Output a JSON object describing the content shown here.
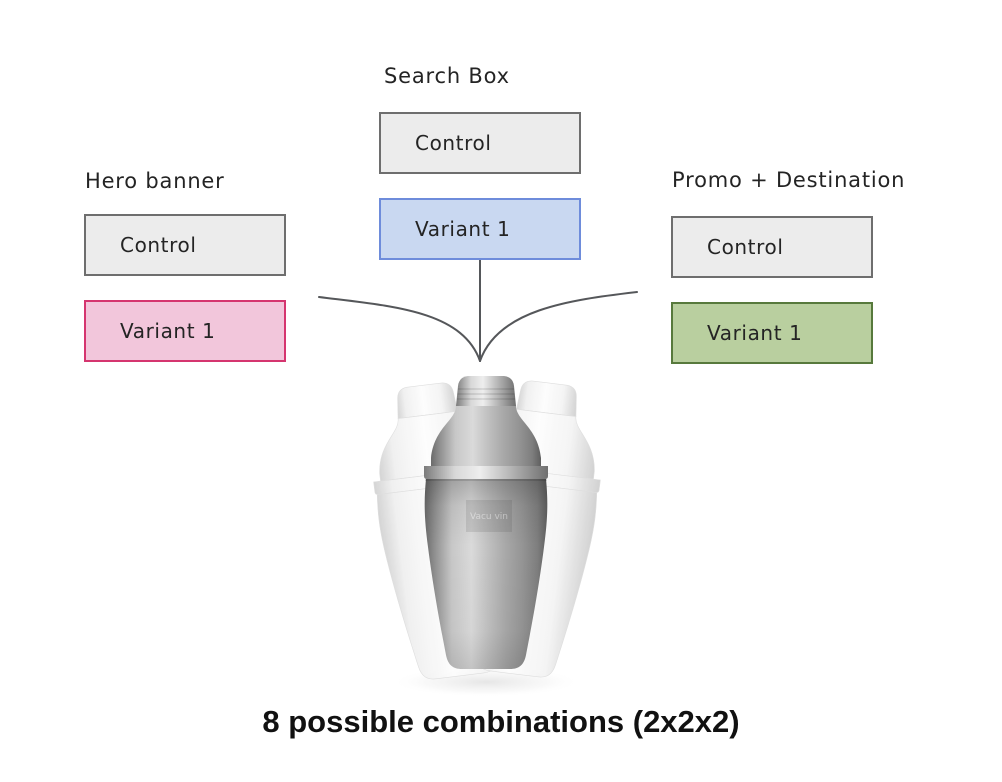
{
  "page": {
    "background": "#ffffff",
    "title": "8 possible combinations (2x2x2)"
  },
  "experiments": [
    {
      "id": "hero-banner",
      "label": "Hero banner",
      "control": {
        "label": "Control",
        "fill": "#ececec",
        "border": "#6e6e6e"
      },
      "variant": {
        "label": "Variant 1",
        "fill": "#f2c6db",
        "border": "#d5356f"
      }
    },
    {
      "id": "search-box",
      "label": "Search Box",
      "control": {
        "label": "Control",
        "fill": "#ececec",
        "border": "#6e6e6e"
      },
      "variant": {
        "label": "Variant 1",
        "fill": "#c9d8f1",
        "border": "#6e8cdb"
      }
    },
    {
      "id": "promo-destination",
      "label": "Promo + Destination",
      "control": {
        "label": "Control",
        "fill": "#ececec",
        "border": "#6e6e6e"
      },
      "variant": {
        "label": "Variant 1",
        "fill": "#b9cf9f",
        "border": "#57793c"
      }
    }
  ],
  "connector": {
    "color": "#55575a"
  },
  "shaker": {
    "logo_text": "Vacu vin"
  }
}
